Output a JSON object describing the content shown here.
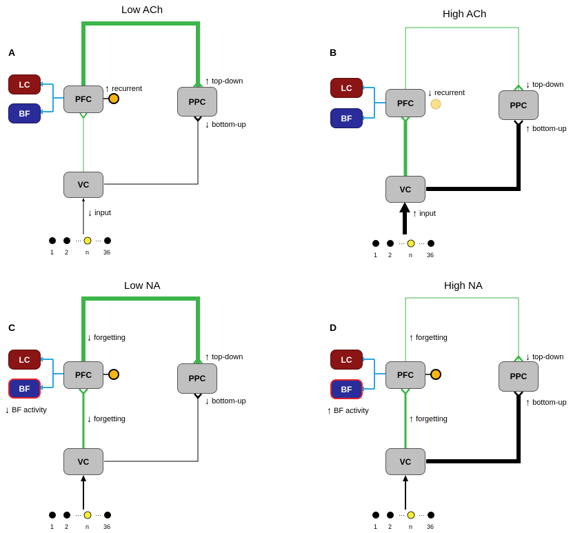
{
  "panels": {
    "a": {
      "letter": "A",
      "title": "Low ACh",
      "lc": "LC",
      "bf": "BF",
      "pfc": "PFC",
      "ppc": "PPC",
      "vc": "VC",
      "recurrent_arrow": "↑",
      "recurrent": "recurrent",
      "topdown_arrow": "↑",
      "topdown": "top-down",
      "bottomup_arrow": "↓",
      "bottomup": "bottom-up",
      "input_arrow": "↓",
      "input": "input",
      "n1": "1",
      "n2": "2",
      "ellipsis": "…",
      "nn": "n",
      "n36": "36"
    },
    "b": {
      "letter": "B",
      "title": "High ACh",
      "lc": "LC",
      "bf": "BF",
      "pfc": "PFC",
      "ppc": "PPC",
      "vc": "VC",
      "recurrent_arrow": "↓",
      "recurrent": "recurrent",
      "topdown_arrow": "↓",
      "topdown": "top-down",
      "bottomup_arrow": "↑",
      "bottomup": "bottom-up",
      "input_arrow": "↑",
      "input": "input",
      "n1": "1",
      "n2": "2",
      "ellipsis": "…",
      "nn": "n",
      "n36": "36"
    },
    "c": {
      "letter": "C",
      "title": "Low NA",
      "lc": "LC",
      "bf": "BF",
      "pfc": "PFC",
      "ppc": "PPC",
      "vc": "VC",
      "forget_top_arrow": "↓",
      "forget_top": "forgetting",
      "forget_mid_arrow": "↓",
      "forget_mid": "forgetting",
      "topdown_arrow": "↑",
      "topdown": "top-down",
      "bottomup_arrow": "↓",
      "bottomup": "bottom-up",
      "bfact_arrow": "↓",
      "bfact": "BF activity",
      "n1": "1",
      "n2": "2",
      "ellipsis": "…",
      "nn": "n",
      "n36": "36"
    },
    "d": {
      "letter": "D",
      "title": "High NA",
      "lc": "LC",
      "bf": "BF",
      "pfc": "PFC",
      "ppc": "PPC",
      "vc": "VC",
      "forget_top_arrow": "↑",
      "forget_top": "forgetting",
      "forget_mid_arrow": "↑",
      "forget_mid": "forgetting",
      "topdown_arrow": "↓",
      "topdown": "top-down",
      "bottomup_arrow": "↑",
      "bottomup": "bottom-up",
      "bfact_arrow": "↑",
      "bfact": "BF activity",
      "n1": "1",
      "n2": "2",
      "ellipsis": "…",
      "nn": "n",
      "n36": "36"
    }
  },
  "colors": {
    "green": "#3cb54a",
    "blue": "#2aa7dc",
    "black": "#000000",
    "yellow_node": "#f7b512",
    "yellow_node_faint": "#fbe08c",
    "yellow_unit": "#f9ec3a",
    "lc_fill": "#8b1414",
    "bf_fill": "#2a2c9a",
    "bf_highlight_border": "#e0242c",
    "module_fill": "#c0c0c0"
  }
}
